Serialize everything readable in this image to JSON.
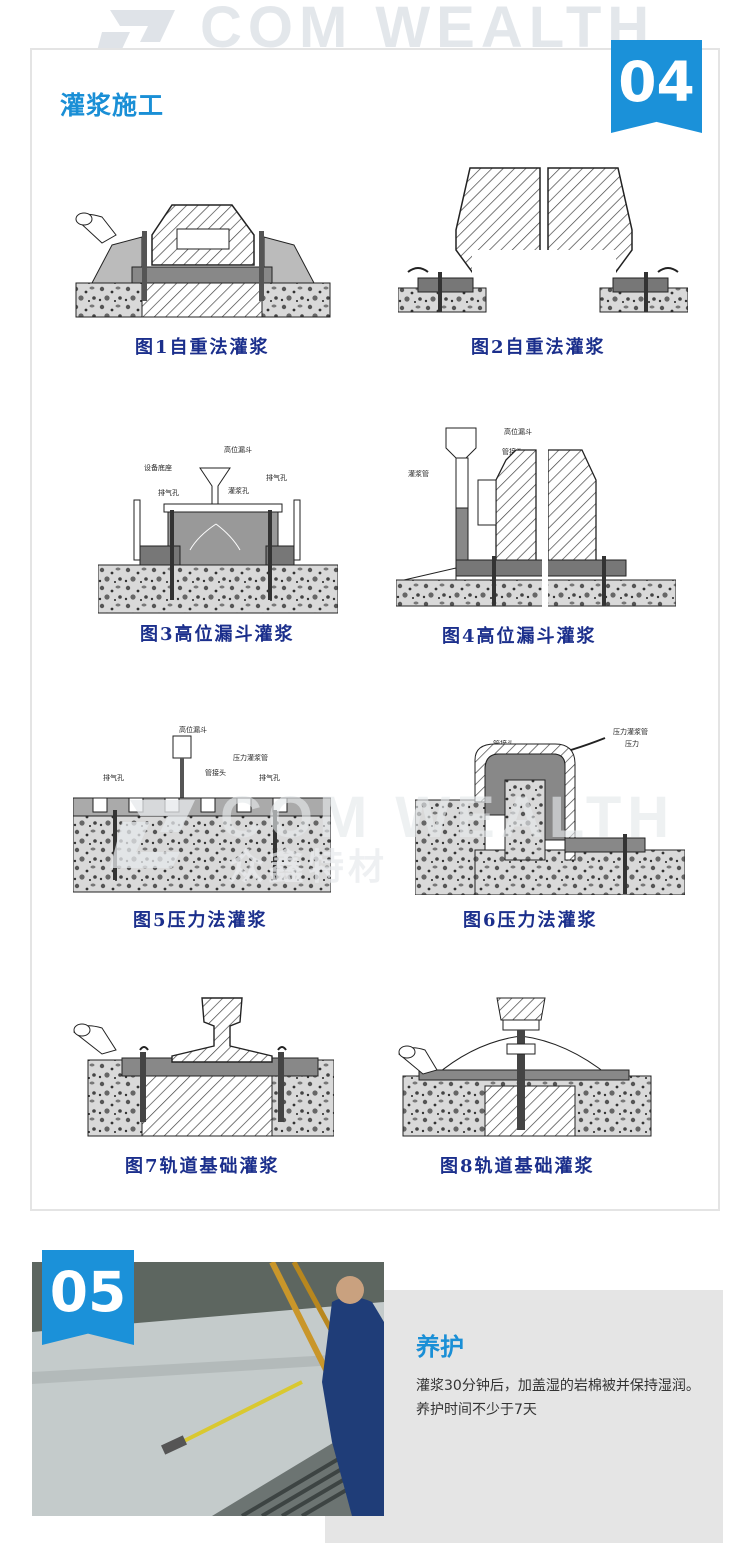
{
  "watermark": {
    "brand_en": "COM WEALTH",
    "brand_cn": "众鑫特材"
  },
  "section04": {
    "badge": "04",
    "title": "灌浆施工",
    "figures": [
      {
        "caption": "图1自重法灌浆"
      },
      {
        "caption": "图2自重法灌浆"
      },
      {
        "caption": "图3高位漏斗灌浆",
        "labels": [
          "高位漏斗",
          "设备底座",
          "排气孔",
          "排气孔",
          "灌浆孔"
        ]
      },
      {
        "caption": "图4高位漏斗灌浆",
        "labels": [
          "高位漏斗",
          "管接头",
          "灌浆管"
        ]
      },
      {
        "caption": "图5压力法灌浆",
        "labels": [
          "高位漏斗",
          "压力灌浆管",
          "管接头",
          "排气孔",
          "排气孔"
        ]
      },
      {
        "caption": "图6压力法灌浆",
        "labels": [
          "压力灌浆管",
          "压力",
          "管接头"
        ]
      },
      {
        "caption": "图7轨道基础灌浆"
      },
      {
        "caption": "图8轨道基础灌浆"
      }
    ]
  },
  "section05": {
    "badge": "05",
    "title": "养护",
    "text": "灌浆30分钟后，加盖湿的岩棉被并保持湿润。养护时间不少于7天"
  },
  "colors": {
    "accent": "#1a8fd6",
    "caption": "#1b2f8c",
    "care_bg": "#e5e5e5"
  }
}
